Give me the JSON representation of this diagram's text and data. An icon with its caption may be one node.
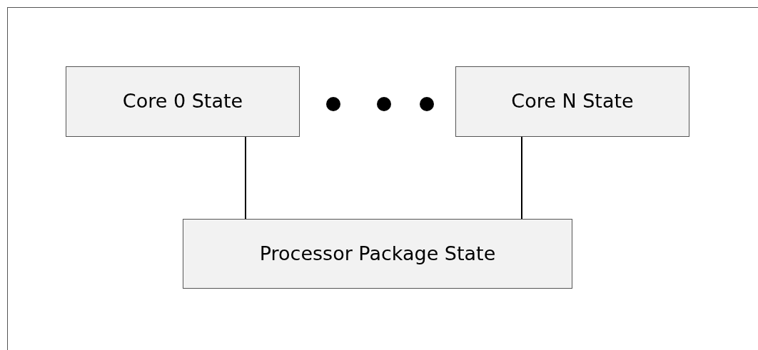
{
  "diagram": {
    "nodes": [
      {
        "text": [
          "Core 0 State"
        ]
      },
      {
        "text": [
          "Core N State"
        ]
      },
      {
        "text": [
          "Processor Package State"
        ]
      }
    ],
    "edges": [
      {
        "from": 0,
        "to": 2,
        "arrow": "none"
      },
      {
        "from": 1,
        "to": 2,
        "arrow": "none"
      }
    ]
  }
}
